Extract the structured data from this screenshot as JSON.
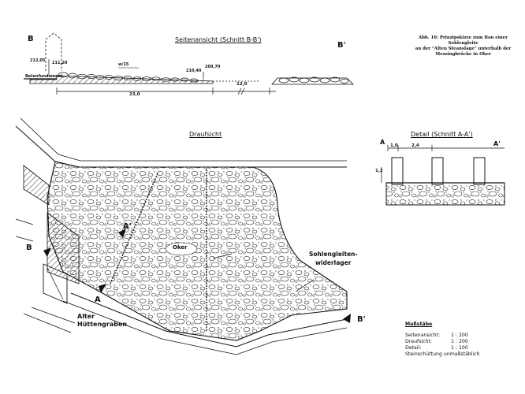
{
  "caption": {
    "line1": "Abb. 16: Prinzipskizze zum Bau einer Sohlengleite",
    "line2": "an der \"Alten Steanslage\" unterhalb der",
    "line3": "Messingbrücke in Oker"
  },
  "side_view": {
    "title": "Seitenansicht (Schnitt B-B')",
    "label_B": "B",
    "label_B2": "B'",
    "fundament": "Betonfundament",
    "slope": "w/15",
    "elevations": [
      "212,05",
      "211,20",
      "210,40",
      "209,70"
    ],
    "dim_main": "23,0",
    "dim_gap": "12,0"
  },
  "plan_view": {
    "title": "Draufsicht",
    "river": "Oker",
    "widerlager_line1": "Sohlengleiten-",
    "widerlager_line2": "widerlager",
    "graben_line1": "Alter",
    "graben_line2": "Hüttengraben",
    "label_A": "A",
    "label_A2": "A'",
    "label_B": "B",
    "label_B2": "B'"
  },
  "detail": {
    "title": "Detail (Schnitt A-A')",
    "label_A": "A",
    "label_A2": "A'",
    "dim1": "1,0",
    "dim2": "2,4",
    "dim_h": "1,2"
  },
  "scales": {
    "title": "Maßstäbe",
    "rows": [
      {
        "name": "Seitenansicht:",
        "value": "1 : 200"
      },
      {
        "name": "Draufsicht:",
        "value": "1 : 200"
      },
      {
        "name": "Detail:",
        "value": "1 : 100"
      }
    ],
    "note": "Steinschüttung unmaßstäblich"
  }
}
